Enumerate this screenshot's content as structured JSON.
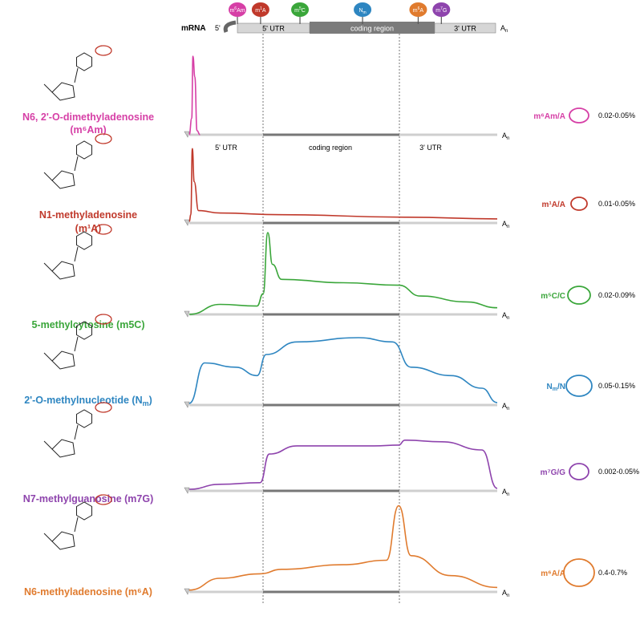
{
  "header": {
    "mrna_label": "mRNA",
    "five_prime": "5'",
    "utr5": "5' UTR",
    "coding": "coding region",
    "utr3": "3' UTR",
    "tail": "A",
    "tail_sub": "n",
    "markers": [
      {
        "text": "m",
        "sup": "6",
        "rest": "Am",
        "color": "#d63fa6",
        "pos": 0.0
      },
      {
        "text": "m",
        "sup": "1",
        "rest": "A",
        "color": "#c0392b",
        "pos": 0.1
      },
      {
        "text": "m",
        "sup": "5",
        "rest": "C",
        "color": "#3aa63a",
        "pos": 0.27
      },
      {
        "text": "N",
        "sup": "",
        "rest": "",
        "sub": "m",
        "color": "#2e86c1",
        "pos": 0.54
      },
      {
        "text": "m",
        "sup": "6",
        "rest": "A",
        "color": "#e07b2e",
        "pos": 0.78
      },
      {
        "text": "m",
        "sup": "7",
        "rest": "G",
        "color": "#8e44ad",
        "pos": 0.88
      }
    ]
  },
  "axis_labels": {
    "utr5": "5' UTR",
    "coding": "coding region",
    "utr3": "3' UTR",
    "tail": "A",
    "tail_sub": "n"
  },
  "modifications": [
    {
      "name_lines": [
        "N6, 2'-O-dimethyladenosine",
        "(m⁶Am)"
      ],
      "color": "#d63fa6",
      "ratio": "m⁶Am/A",
      "range": "0.02-0.05%",
      "profile": [
        [
          0,
          0
        ],
        [
          0.008,
          0.2
        ],
        [
          0.012,
          0.95
        ],
        [
          0.018,
          0.7
        ],
        [
          0.025,
          0.05
        ],
        [
          0.035,
          0
        ]
      ]
    },
    {
      "name_lines": [
        "N1-methyladenosine",
        "(m¹A)"
      ],
      "color": "#c0392b",
      "ratio": "m¹A/A",
      "range": "0.01-0.05%",
      "profile": [
        [
          0,
          0.02
        ],
        [
          0.005,
          0.1
        ],
        [
          0.01,
          0.9
        ],
        [
          0.016,
          0.5
        ],
        [
          0.03,
          0.15
        ],
        [
          0.1,
          0.12
        ],
        [
          0.3,
          0.1
        ],
        [
          0.7,
          0.07
        ],
        [
          1,
          0.05
        ]
      ]
    },
    {
      "name_lines": [
        "5-methylcytosine (m5C)"
      ],
      "color": "#3aa63a",
      "ratio": "m⁵C/C",
      "range": "0.02-0.09%",
      "profile": [
        [
          0,
          0
        ],
        [
          0.1,
          0.12
        ],
        [
          0.22,
          0.1
        ],
        [
          0.24,
          0.25
        ],
        [
          0.255,
          0.98
        ],
        [
          0.27,
          0.6
        ],
        [
          0.3,
          0.42
        ],
        [
          0.5,
          0.38
        ],
        [
          0.68,
          0.35
        ],
        [
          0.75,
          0.22
        ],
        [
          0.9,
          0.15
        ],
        [
          1,
          0.08
        ]
      ]
    },
    {
      "name_lines": [
        "2'-O-methylnucleotide (N",
        "m",
        ")"
      ],
      "color": "#2e86c1",
      "ratio": "N",
      "ratio_sub": "m",
      "ratio_tail": "/N",
      "range": "0.05-0.15%",
      "profile": [
        [
          0,
          0.02
        ],
        [
          0.05,
          0.5
        ],
        [
          0.15,
          0.45
        ],
        [
          0.22,
          0.35
        ],
        [
          0.25,
          0.6
        ],
        [
          0.35,
          0.75
        ],
        [
          0.55,
          0.8
        ],
        [
          0.66,
          0.75
        ],
        [
          0.72,
          0.45
        ],
        [
          0.85,
          0.35
        ],
        [
          0.95,
          0.2
        ],
        [
          1,
          0.03
        ]
      ]
    },
    {
      "name_lines": [
        "N7-methylguanosine (m7G)"
      ],
      "color": "#8e44ad",
      "ratio": "m⁷G/G",
      "range": "0.002-0.05%",
      "profile": [
        [
          0,
          0.02
        ],
        [
          0.1,
          0.08
        ],
        [
          0.23,
          0.1
        ],
        [
          0.26,
          0.45
        ],
        [
          0.35,
          0.55
        ],
        [
          0.6,
          0.55
        ],
        [
          0.68,
          0.56
        ],
        [
          0.7,
          0.62
        ],
        [
          0.82,
          0.6
        ],
        [
          0.95,
          0.5
        ],
        [
          1,
          0.03
        ]
      ]
    },
    {
      "name_lines": [
        "N6-methyladenosine (m⁶A)"
      ],
      "color": "#e07b2e",
      "ratio": "m⁶A/A",
      "range": "0.4-0.7%",
      "profile": [
        [
          0,
          0.02
        ],
        [
          0.1,
          0.15
        ],
        [
          0.23,
          0.2
        ],
        [
          0.3,
          0.25
        ],
        [
          0.5,
          0.3
        ],
        [
          0.64,
          0.35
        ],
        [
          0.68,
          0.95
        ],
        [
          0.72,
          0.4
        ],
        [
          0.85,
          0.18
        ],
        [
          1,
          0.05
        ]
      ]
    }
  ]
}
